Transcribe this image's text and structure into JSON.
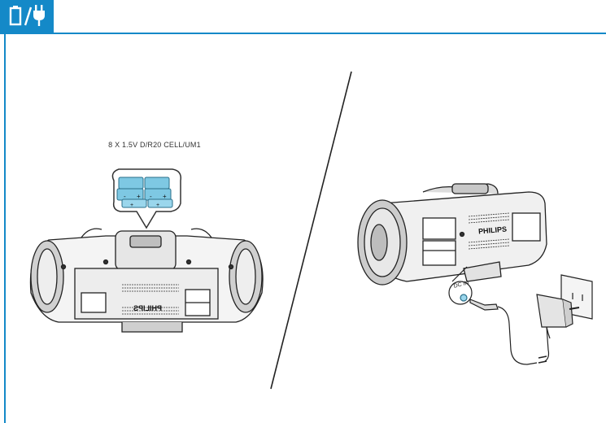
{
  "header": {
    "icon": "battery-power-icon",
    "accent_color": "#1489c8"
  },
  "left_figure": {
    "battery_spec": "8 X 1.5V D/R20 CELL/UM1",
    "brand_on_back": "PHILIPS"
  },
  "right_figure": {
    "brand": "PHILIPS",
    "jack_label": "DC IN"
  }
}
